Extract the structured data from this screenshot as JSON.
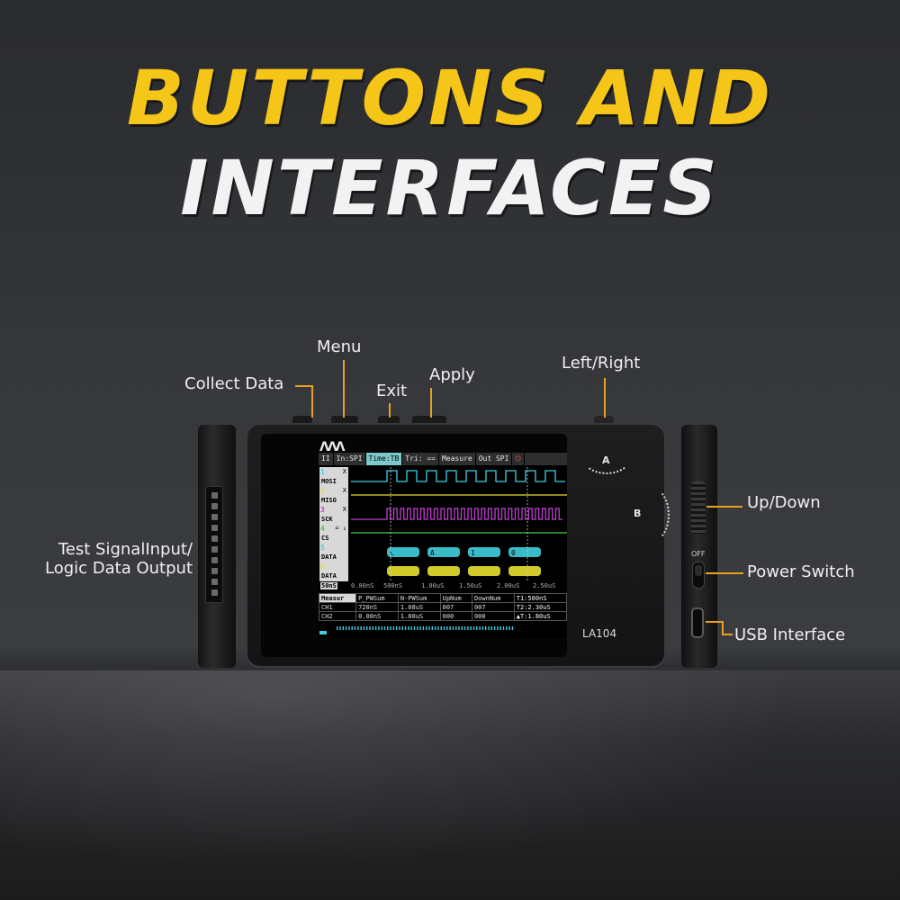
{
  "title": {
    "line1": "BUTTONS AND",
    "line2": "INTERFACES"
  },
  "colors": {
    "accent": "#f5c518",
    "leader": "#e8a020",
    "background": "#36383c"
  },
  "labels": {
    "collect_data": "Collect Data",
    "menu": "Menu",
    "exit": "Exit",
    "apply": "Apply",
    "left_right": "Left/Right",
    "up_down": "Up/Down",
    "power_switch": "Power Switch",
    "usb_interface": "USB Interface",
    "test_signal_1": "Test SignalInput/",
    "test_signal_2": "Logic Data Output"
  },
  "device": {
    "model": "LA104",
    "encoder_a": "A",
    "encoder_b": "B",
    "off_label": "OFF",
    "logo": "ΛΛΛ"
  },
  "screen": {
    "menu": [
      {
        "label": "II"
      },
      {
        "label": "In:SPI"
      },
      {
        "label": "Time:TB"
      },
      {
        "label": "Tri: =="
      },
      {
        "label": "Measure"
      },
      {
        "label": "Out SPI"
      },
      {
        "label": "⏻"
      }
    ],
    "channels": [
      {
        "num": "1",
        "name": "MOSI",
        "flag": "X",
        "color": "#3fd0e0"
      },
      {
        "num": "2",
        "name": "MISO",
        "flag": "X",
        "color": "#e8e030"
      },
      {
        "num": "3",
        "name": "SCK",
        "flag": "X",
        "color": "#c040d0"
      },
      {
        "num": "4",
        "name": "CS",
        "flag": "= ↓",
        "color": "#40d040"
      },
      {
        "num": "5",
        "name": "DATA",
        "flag": "",
        "color": "#3fd0e0",
        "bytes": [
          "L",
          "A",
          "1",
          "0"
        ]
      },
      {
        "num": "6",
        "name": "DATA",
        "flag": "",
        "color": "#e8e030",
        "bytes": [
          "",
          "",
          "",
          ""
        ]
      }
    ],
    "timebase": "50nS",
    "time_ticks": [
      "0.00nS",
      "500nS",
      "1.00uS",
      "1.50uS",
      "2.00uS",
      "2.50uS"
    ],
    "table": {
      "headers": [
        "Measur",
        "P_PWSum",
        "N-PWSum",
        "UpNum",
        "DownNum",
        "T1:500nS"
      ],
      "rows": [
        [
          "CH1",
          "720nS",
          "1.08uS",
          "007",
          "007",
          "T2:2.30uS"
        ],
        [
          "CH2",
          "0.00nS",
          "1.80uS",
          "000",
          "000",
          "▲T:1.80uS"
        ]
      ]
    }
  }
}
